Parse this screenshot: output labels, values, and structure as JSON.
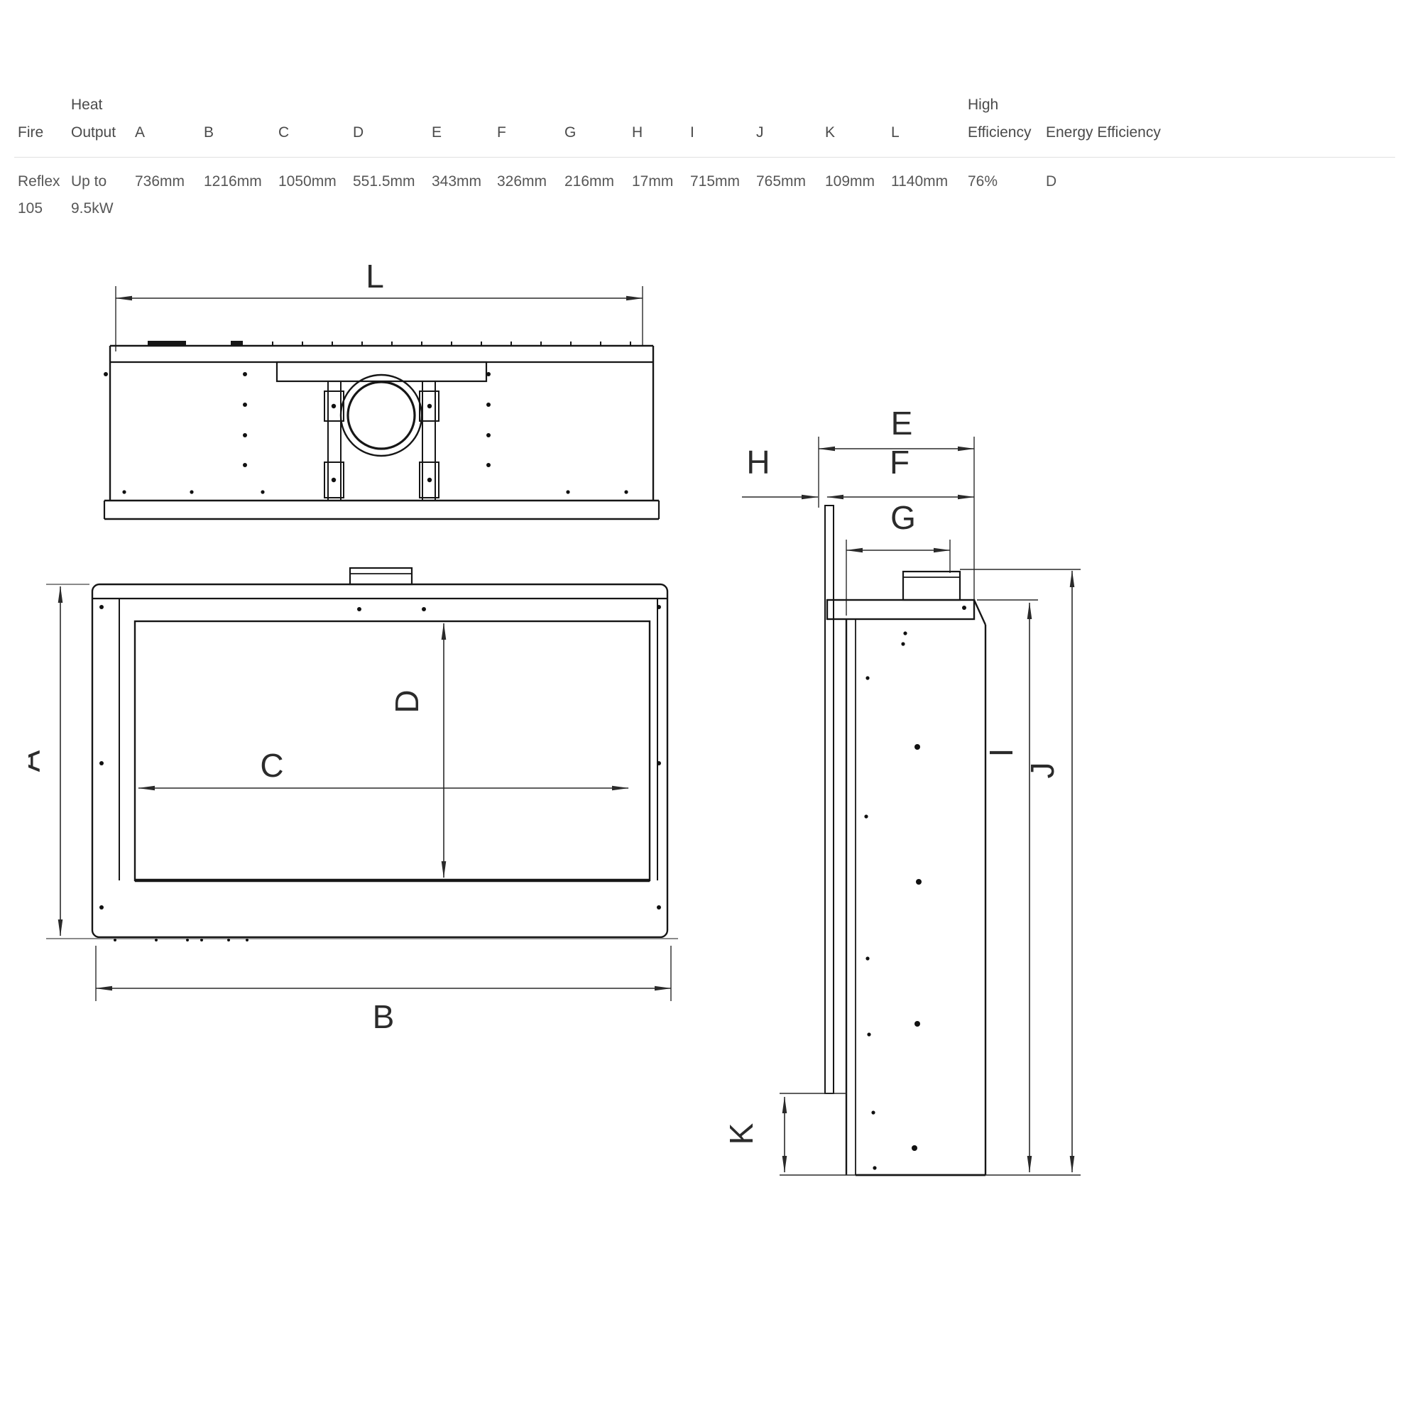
{
  "table": {
    "headers": [
      "Fire",
      "Heat Output",
      "A",
      "B",
      "C",
      "D",
      "E",
      "F",
      "G",
      "H",
      "I",
      "J",
      "K",
      "L",
      "High Efficiency",
      "Energy Efficiency"
    ],
    "row": [
      "Reflex 105",
      "Up to 9.5kW",
      "736mm",
      "1216mm",
      "1050mm",
      "551.5mm",
      "343mm",
      "326mm",
      "216mm",
      "17mm",
      "715mm",
      "765mm",
      "109mm",
      "1140mm",
      "76%",
      "D"
    ]
  },
  "diagram": {
    "labels": {
      "l": "L",
      "a": "A",
      "b": "B",
      "c": "C",
      "d": "D",
      "e": "E",
      "f": "F",
      "g": "G",
      "h": "H",
      "i": "I",
      "j": "J",
      "k": "K"
    }
  },
  "colors": {
    "background": "#ffffff",
    "drawing_line": "#161616",
    "dimension_line": "#2a2a2a",
    "table_text": "#4a4a4a",
    "table_rule": "#e0e0e0"
  }
}
